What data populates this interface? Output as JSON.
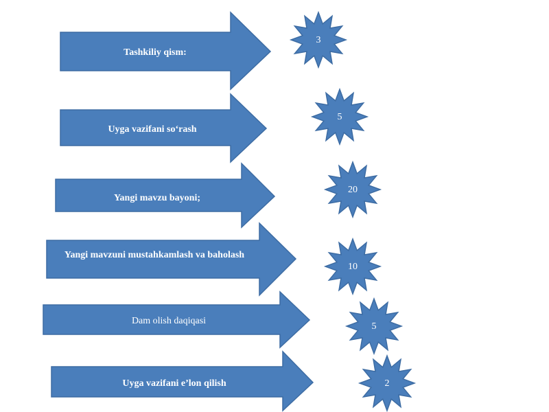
{
  "steps": [
    {
      "label": "Tashkiliy qism:",
      "minutes": "3"
    },
    {
      "label": "Uyga vazifani so‘rash",
      "minutes": "5"
    },
    {
      "label": "Yangi mavzu bayoni;",
      "minutes": "20"
    },
    {
      "label": "Yangi  mavzuni mustahkamlash va baholash",
      "minutes": "10"
    },
    {
      "label": "Dam olish daqiqasi",
      "minutes": "5"
    },
    {
      "label": "Uyga vazifani e’lon qilish",
      "minutes": "2"
    }
  ],
  "colors": {
    "shape_fill": "#4a7ebb",
    "shape_stroke": "#3d6ca3",
    "text": "#ffffff"
  }
}
